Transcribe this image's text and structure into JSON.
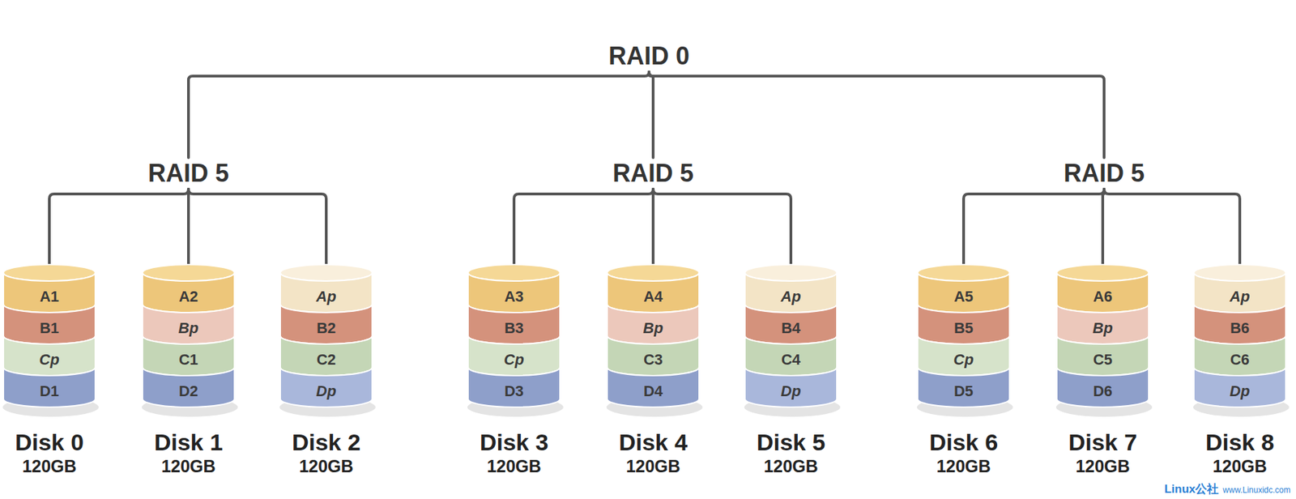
{
  "diagram": {
    "nodes": [
      {
        "text": [
          "RAID 0"
        ]
      },
      {
        "text": [
          "RAID 5"
        ]
      },
      {
        "text": [
          "RAID 5"
        ]
      },
      {
        "text": [
          "RAID 5"
        ]
      },
      {
        "text": [
          "Disk 0",
          "120GB"
        ]
      },
      {
        "text": [
          "A1"
        ],
        "in": 4
      },
      {
        "text": [
          "B1"
        ],
        "in": 4
      },
      {
        "text": [
          "Cp"
        ],
        "in": 4
      },
      {
        "text": [
          "D1"
        ],
        "in": 4
      },
      {
        "text": [
          "Disk 1",
          "120GB"
        ]
      },
      {
        "text": [
          "A2"
        ],
        "in": 9
      },
      {
        "text": [
          "Bp"
        ],
        "in": 9
      },
      {
        "text": [
          "C1"
        ],
        "in": 9
      },
      {
        "text": [
          "D2"
        ],
        "in": 9
      },
      {
        "text": [
          "Disk 2",
          "120GB"
        ]
      },
      {
        "text": [
          "Ap"
        ],
        "in": 14
      },
      {
        "text": [
          "B2"
        ],
        "in": 14
      },
      {
        "text": [
          "C2"
        ],
        "in": 14
      },
      {
        "text": [
          "Dp"
        ],
        "in": 14
      },
      {
        "text": [
          "Disk 3",
          "120GB"
        ]
      },
      {
        "text": [
          "A3"
        ],
        "in": 19
      },
      {
        "text": [
          "B3"
        ],
        "in": 19
      },
      {
        "text": [
          "Cp"
        ],
        "in": 19
      },
      {
        "text": [
          "D3"
        ],
        "in": 19
      },
      {
        "text": [
          "Disk 4",
          "120GB"
        ]
      },
      {
        "text": [
          "A4"
        ],
        "in": 24
      },
      {
        "text": [
          "Bp"
        ],
        "in": 24
      },
      {
        "text": [
          "C3"
        ],
        "in": 24
      },
      {
        "text": [
          "D4"
        ],
        "in": 24
      },
      {
        "text": [
          "Disk 5",
          "120GB"
        ]
      },
      {
        "text": [
          "Ap"
        ],
        "in": 29
      },
      {
        "text": [
          "B4"
        ],
        "in": 29
      },
      {
        "text": [
          "C4"
        ],
        "in": 29
      },
      {
        "text": [
          "Dp"
        ],
        "in": 29
      },
      {
        "text": [
          "Disk 6",
          "120GB"
        ]
      },
      {
        "text": [
          "A5"
        ],
        "in": 34
      },
      {
        "text": [
          "B5"
        ],
        "in": 34
      },
      {
        "text": [
          "Cp"
        ],
        "in": 34
      },
      {
        "text": [
          "D5"
        ],
        "in": 34
      },
      {
        "text": [
          "Disk 7",
          "120GB"
        ]
      },
      {
        "text": [
          "A6"
        ],
        "in": 39
      },
      {
        "text": [
          "Bp"
        ],
        "in": 39
      },
      {
        "text": [
          "C5"
        ],
        "in": 39
      },
      {
        "text": [
          "D6"
        ],
        "in": 39
      },
      {
        "text": [
          "Disk 8",
          "120GB"
        ]
      },
      {
        "text": [
          "Ap"
        ],
        "in": 44
      },
      {
        "text": [
          "B6"
        ],
        "in": 44
      },
      {
        "text": [
          "C6"
        ],
        "in": 44
      },
      {
        "text": [
          "Dp"
        ],
        "in": 44
      }
    ],
    "edges": [
      {
        "from": 0,
        "to": 1,
        "arrow": "none"
      },
      {
        "from": 0,
        "to": 2,
        "arrow": "none"
      },
      {
        "from": 0,
        "to": 3,
        "arrow": "none"
      },
      {
        "from": 1,
        "to": 4,
        "arrow": "none"
      },
      {
        "from": 1,
        "to": 9,
        "arrow": "none"
      },
      {
        "from": 1,
        "to": 14,
        "arrow": "none"
      },
      {
        "from": 2,
        "to": 19,
        "arrow": "none"
      },
      {
        "from": 2,
        "to": 24,
        "arrow": "none"
      },
      {
        "from": 2,
        "to": 29,
        "arrow": "none"
      },
      {
        "from": 3,
        "to": 34,
        "arrow": "none"
      },
      {
        "from": 3,
        "to": 39,
        "arrow": "none"
      },
      {
        "from": 3,
        "to": 44,
        "arrow": "none"
      }
    ],
    "labels": [
      "Linux公社",
      "www.Linuxidc.com"
    ]
  }
}
